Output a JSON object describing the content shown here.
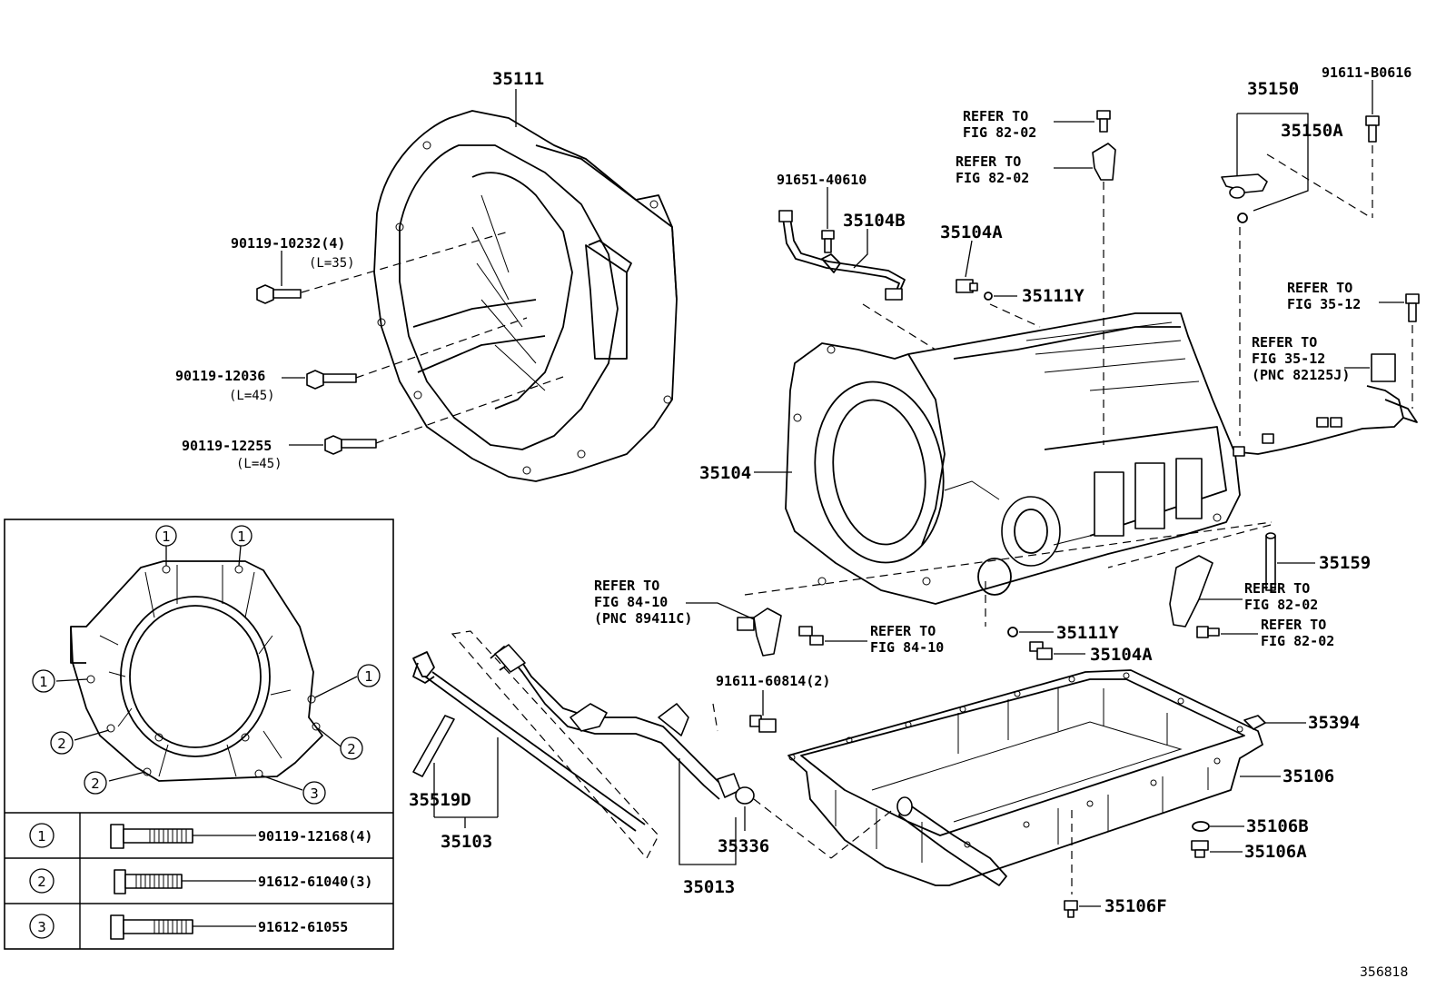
{
  "diagram_id": "356818",
  "callouts": {
    "c35111": "35111",
    "c90119_10232": "90119-10232(4)",
    "c90119_10232_l": "(L=35)",
    "c90119_12036": "90119-12036",
    "c90119_12036_l": "(L=45)",
    "c90119_12255": "90119-12255",
    "c90119_12255_l": "(L=45)",
    "c91651": "91651-40610",
    "c35104b": "35104B",
    "c35104a_top": "35104A",
    "c35111y_top": "35111Y",
    "c35104": "35104",
    "c35150": "35150",
    "c35150a": "35150A",
    "c91611b": "91611-B0616",
    "c35159": "35159",
    "c35111y_bot": "35111Y",
    "c35104a_bot": "35104A",
    "c91611_60814": "91611-60814(2)",
    "c35394": "35394",
    "c35106": "35106",
    "c35106b": "35106B",
    "c35106a": "35106A",
    "c35106f": "35106F",
    "c35519d": "35519D",
    "c35103": "35103",
    "c35336": "35336",
    "c35013": "35013"
  },
  "refs": {
    "r1_a": "REFER TO",
    "r1_b": "FIG 82-02",
    "r2_a": "REFER TO",
    "r2_b": "FIG 82-02",
    "r3_a": "REFER TO",
    "r3_b": "FIG 35-12",
    "r4_a": "REFER TO",
    "r4_b": "FIG 35-12",
    "r4_c": "(PNC 82125J)",
    "r5_a": "REFER TO",
    "r5_b": "FIG 84-10",
    "r5_c": "(PNC 89411C)",
    "r6_a": "REFER TO",
    "r6_b": "FIG 84-10",
    "r7_a": "REFER TO",
    "r7_b": "FIG 82-02",
    "r8_a": "REFER TO",
    "r8_b": "FIG 82-02"
  },
  "inset": {
    "markers": [
      "1",
      "2",
      "3"
    ],
    "rows": [
      {
        "marker": "1",
        "part": "90119-12168(4)"
      },
      {
        "marker": "2",
        "part": "91612-61040(3)"
      },
      {
        "marker": "3",
        "part": "91612-61055"
      }
    ]
  }
}
